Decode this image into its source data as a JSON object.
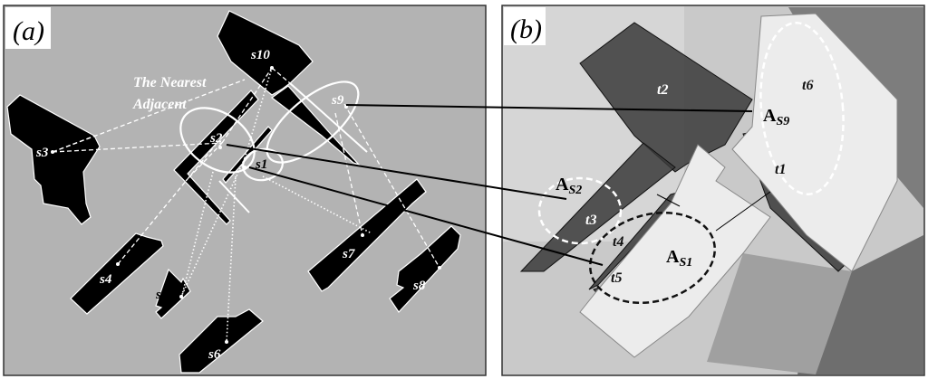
{
  "panel_a": {
    "tag": "(a)",
    "annotation_line1": "The Nearest",
    "annotation_line2": "Adjacent",
    "shapes": [
      "s1",
      "s2",
      "s3",
      "s4",
      "s5",
      "s6",
      "s7",
      "s8",
      "s9",
      "s10"
    ]
  },
  "panel_b": {
    "tag": "(b)",
    "shadows": [
      "t1",
      "t2",
      "t3",
      "t4",
      "t5",
      "t6"
    ],
    "areas": [
      {
        "base": "A",
        "sub": "S1"
      },
      {
        "base": "A",
        "sub": "S2"
      },
      {
        "base": "A",
        "sub": "S9"
      }
    ]
  },
  "colors": {
    "panel_a_bg": "#b3b3b3",
    "shape_fill": "#000000",
    "annotation": "#ffffff",
    "photo_bg": "#c9c9c9",
    "shadow_fill": "#3a3a3a"
  }
}
